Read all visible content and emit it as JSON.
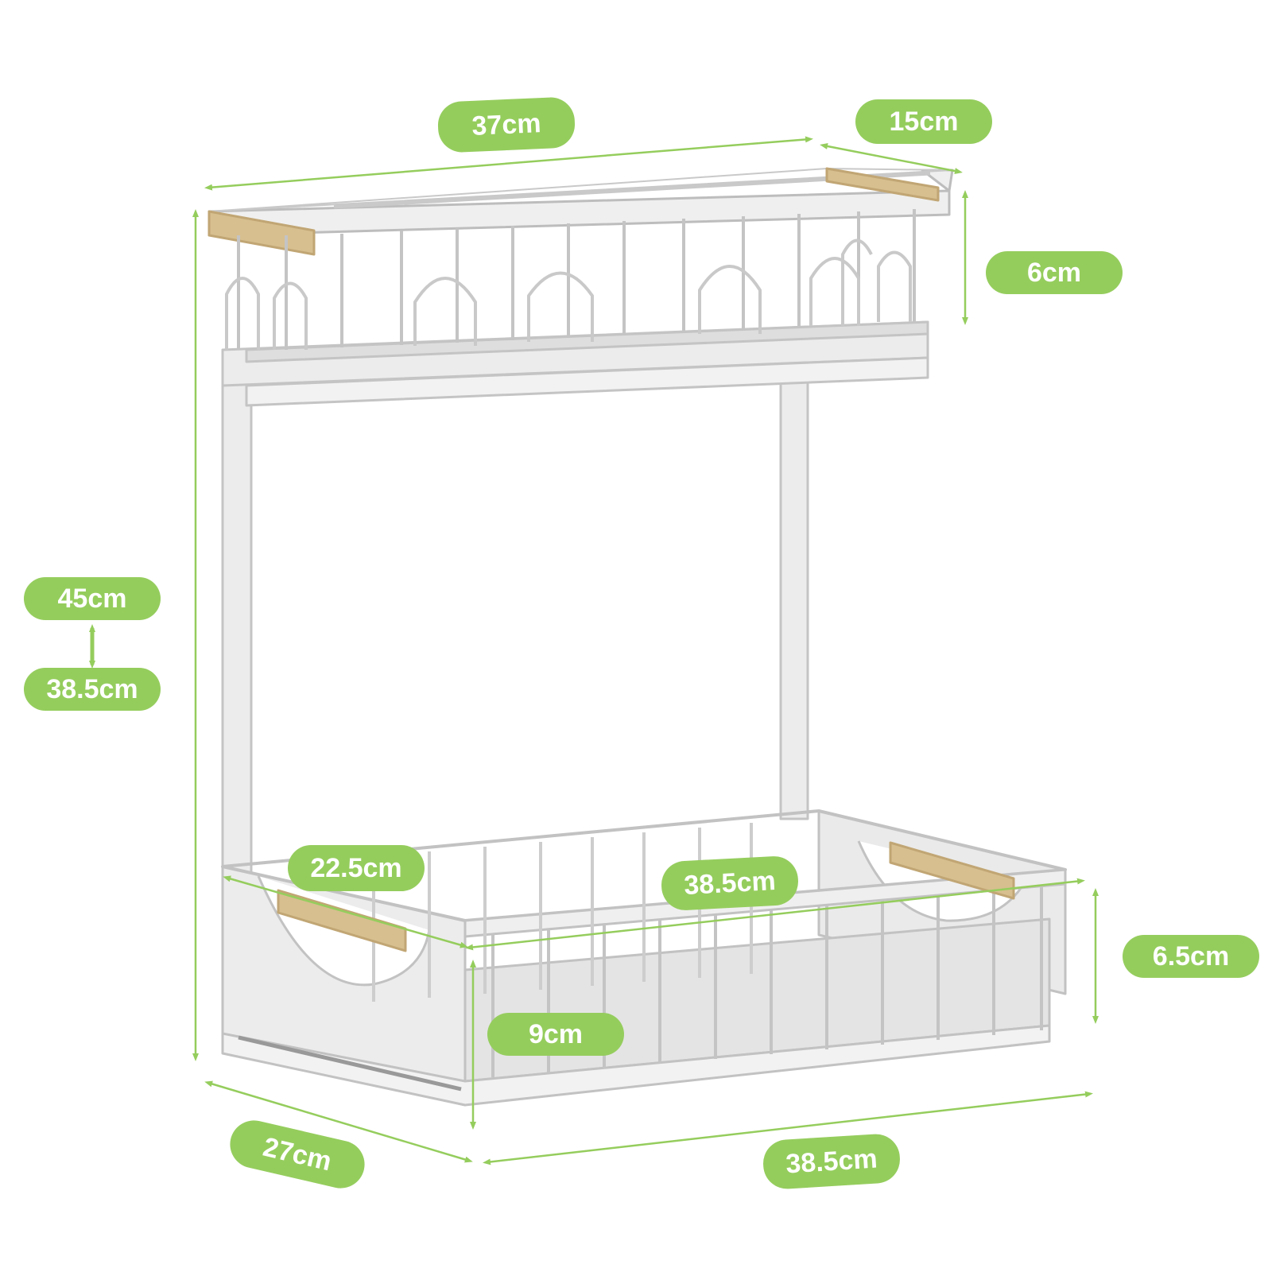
{
  "colors": {
    "accent": "#95cd5d",
    "metal": "#e6e6e6",
    "metal_edge": "#b9b9b9",
    "wood": "#d7bf8f",
    "background": "#ffffff"
  },
  "dimensions": {
    "top_width": "37cm",
    "top_depth": "15cm",
    "top_height": "6cm",
    "height_max": "45cm",
    "height_min": "38.5cm",
    "bottom_depth_inner": "22.5cm",
    "bottom_width_inner": "38.5cm",
    "bottom_height": "6.5cm",
    "front_height": "9cm",
    "base_depth": "27cm",
    "base_width": "38.5cm"
  }
}
